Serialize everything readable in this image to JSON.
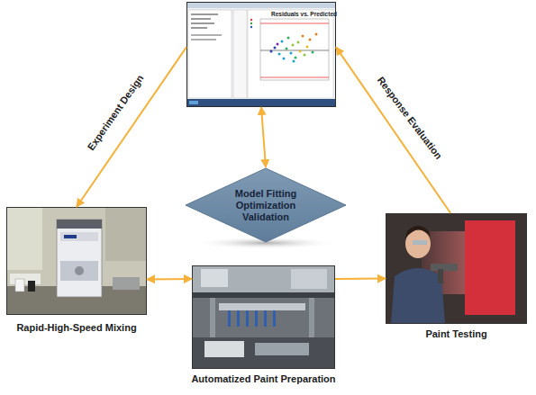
{
  "diagram": {
    "nodes": [
      {
        "text": [
          "Residuals vs. Predicted"
        ]
      },
      {
        "text": [
          "Model Fitting Optimization Validation"
        ]
      },
      {
        "text": [
          "Rapid-High-Speed Mixing"
        ]
      },
      {
        "text": [
          "Automatized Paint Preparation"
        ]
      },
      {
        "text": [
          "Paint Testing"
        ]
      }
    ],
    "edges": [
      {
        "from": 0,
        "to": 2,
        "arrow": "to",
        "label": "Experiment Design"
      },
      {
        "from": 0,
        "to": 1,
        "arrow": "both"
      },
      {
        "from": 2,
        "to": 3,
        "arrow": "both"
      },
      {
        "from": 3,
        "to": 4,
        "arrow": "to"
      },
      {
        "from": 4,
        "to": 0,
        "arrow": "to",
        "label": "Response Evaluation"
      }
    ]
  }
}
